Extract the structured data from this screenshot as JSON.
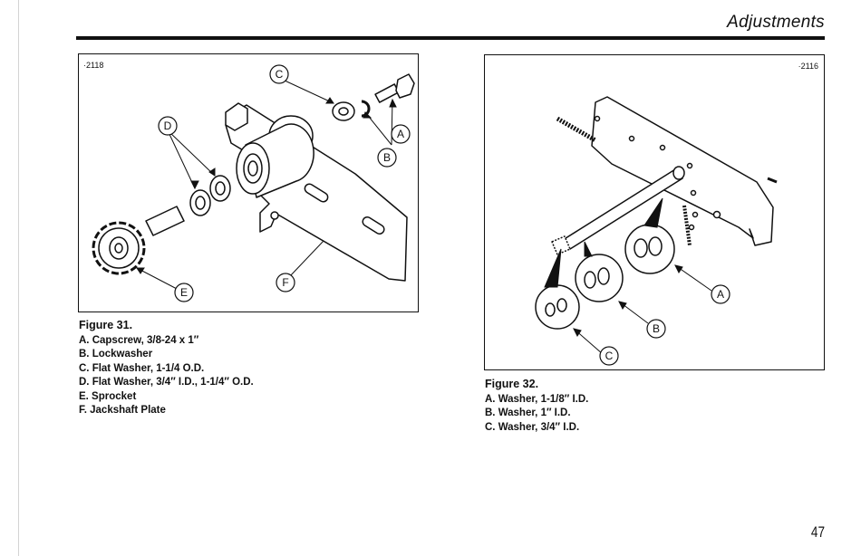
{
  "header": {
    "section_title": "Adjustments"
  },
  "figure31": {
    "code": "·2118",
    "callouts": [
      "A",
      "B",
      "C",
      "D",
      "E",
      "F"
    ],
    "caption_title": "Figure 31.",
    "items": [
      "A. Capscrew, 3/8-24 x 1″",
      "B. Lockwasher",
      "C. Flat Washer, 1-1/4 O.D.",
      "D. Flat Washer, 3/4″ I.D., 1-1/4″ O.D.",
      "E. Sprocket",
      "F. Jackshaft Plate"
    ]
  },
  "figure32": {
    "code": "·2116",
    "callouts": [
      "A",
      "B",
      "C"
    ],
    "caption_title": "Figure 32.",
    "items": [
      "A. Washer, 1-1/8″ I.D.",
      "B. Washer, 1″ I.D.",
      "C. Washer, 3/4″ I.D."
    ]
  },
  "page_number": "47"
}
